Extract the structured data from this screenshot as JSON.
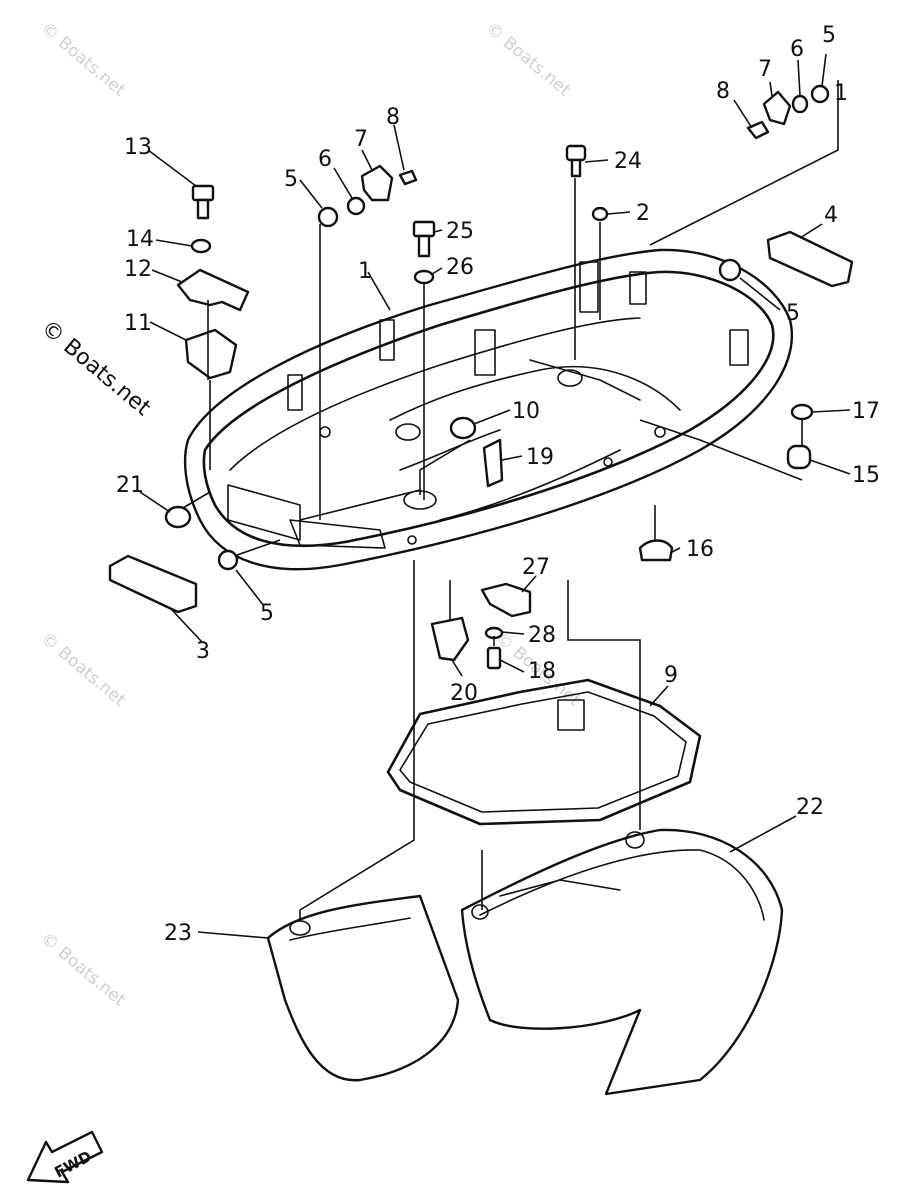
{
  "watermark": "© Boats.net",
  "fwd_label": "FWD",
  "callouts": {
    "c1a": "1",
    "c1b": "1",
    "c2": "2",
    "c3": "3",
    "c4": "4",
    "c5a": "5",
    "c5b": "5",
    "c5c": "5",
    "c5d": "5",
    "c6a": "6",
    "c6b": "6",
    "c7a": "7",
    "c7b": "7",
    "c8a": "8",
    "c8b": "8",
    "c9": "9",
    "c10": "10",
    "c11": "11",
    "c12": "12",
    "c13": "13",
    "c14": "14",
    "c15": "15",
    "c16": "16",
    "c17": "17",
    "c18": "18",
    "c19": "19",
    "c20": "20",
    "c21": "21",
    "c22": "22",
    "c23": "23",
    "c24": "24",
    "c25": "25",
    "c26": "26",
    "c27": "27",
    "c28": "28"
  }
}
